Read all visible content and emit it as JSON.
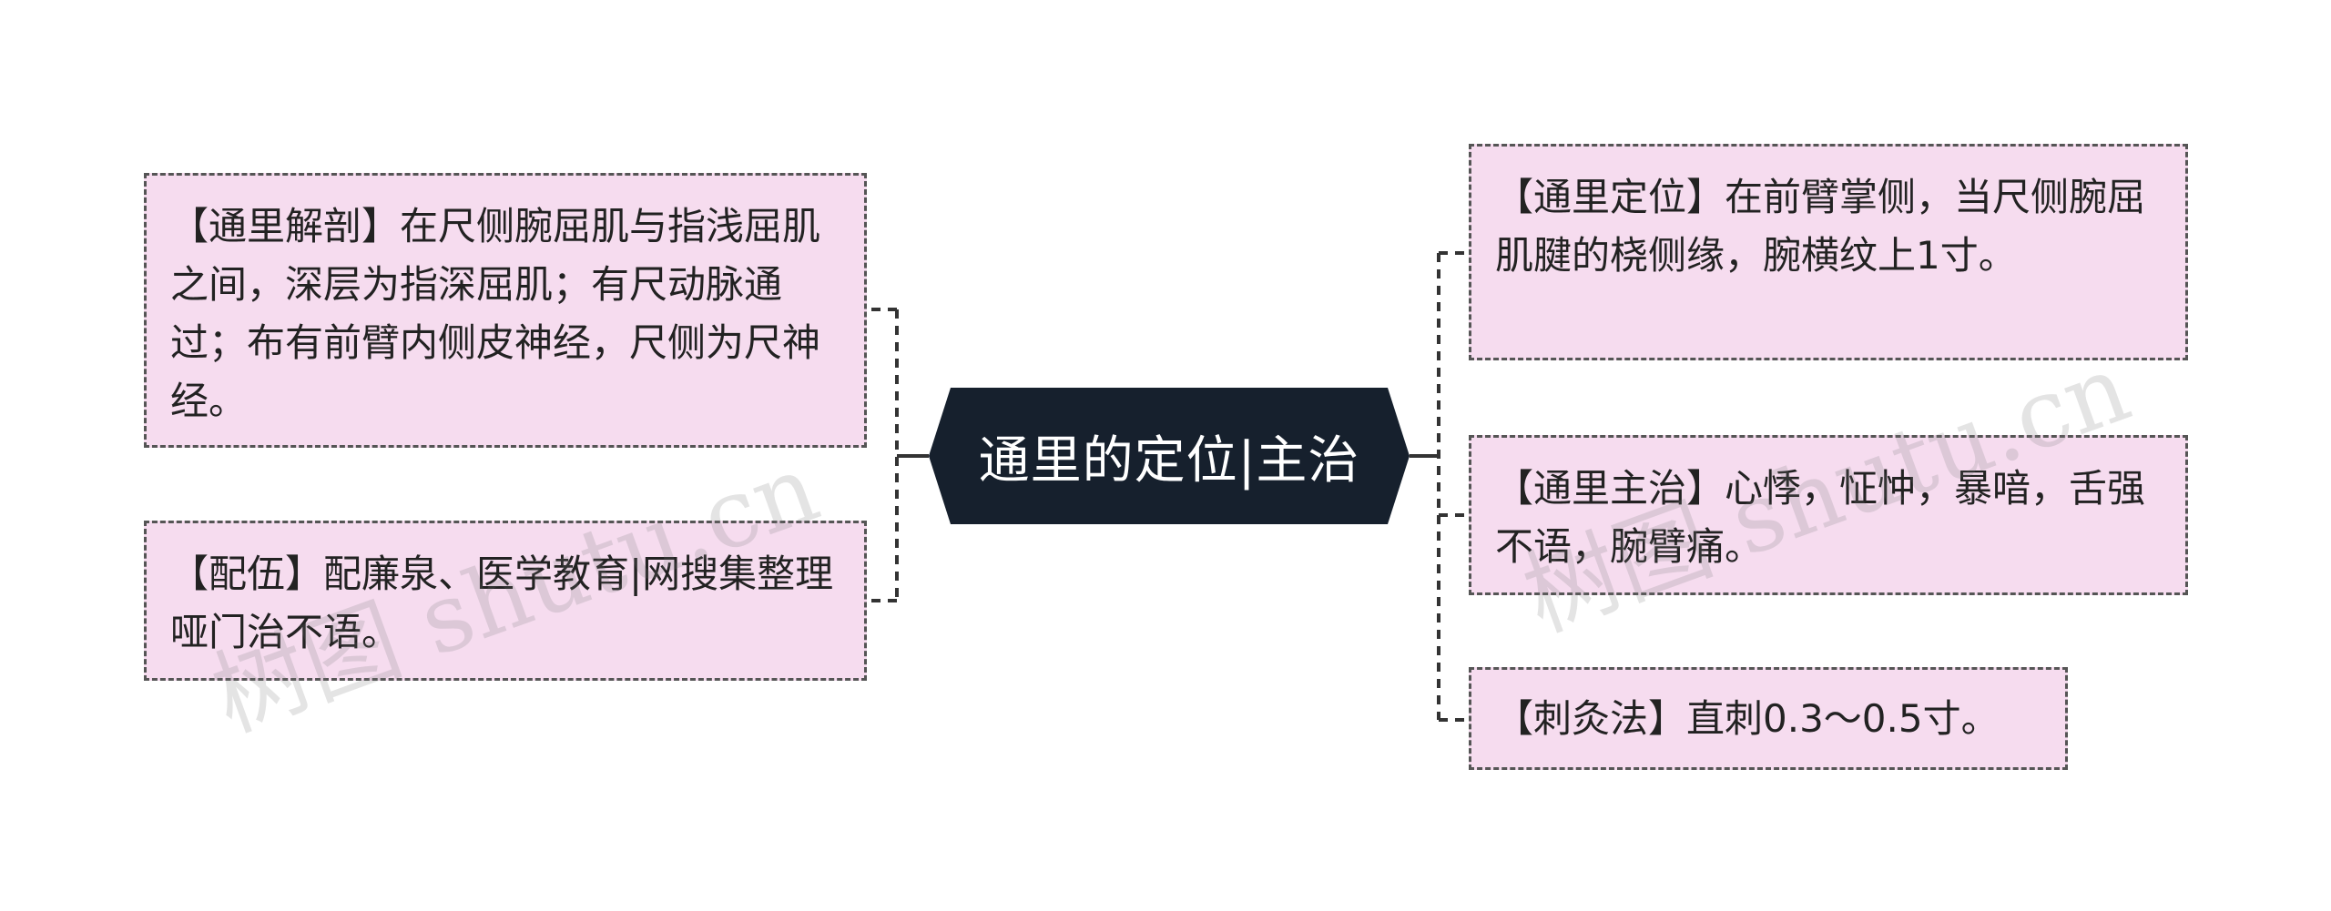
{
  "center": {
    "title": "通里的定位|主治"
  },
  "left_nodes": [
    {
      "text": "【通里解剖】在尺侧腕屈肌与指浅屈肌之间，深层为指深屈肌；有尺动脉通过；布有前臂内侧皮神经，尺侧为尺神经。"
    },
    {
      "text": "【配伍】配廉泉、医学教育|网搜集整理哑门治不语。"
    }
  ],
  "right_nodes": [
    {
      "text": "【通里定位】在前臂掌侧，当尺侧腕屈肌腱的桡侧缘，腕横纹上1寸。"
    },
    {
      "text": "【通里主治】心悸，怔忡，暴喑，舌强不语，腕臂痛。"
    },
    {
      "text": "【刺灸法】直刺0.3～0.5寸。"
    }
  ],
  "watermarks": [
    "树图 shutu.cn",
    "树图 shutu.cn"
  ],
  "colors": {
    "node_fill": "#f6dcef",
    "node_border": "#555555",
    "center_fill": "#16202d",
    "center_text": "#ffffff",
    "connector": "#333333"
  }
}
